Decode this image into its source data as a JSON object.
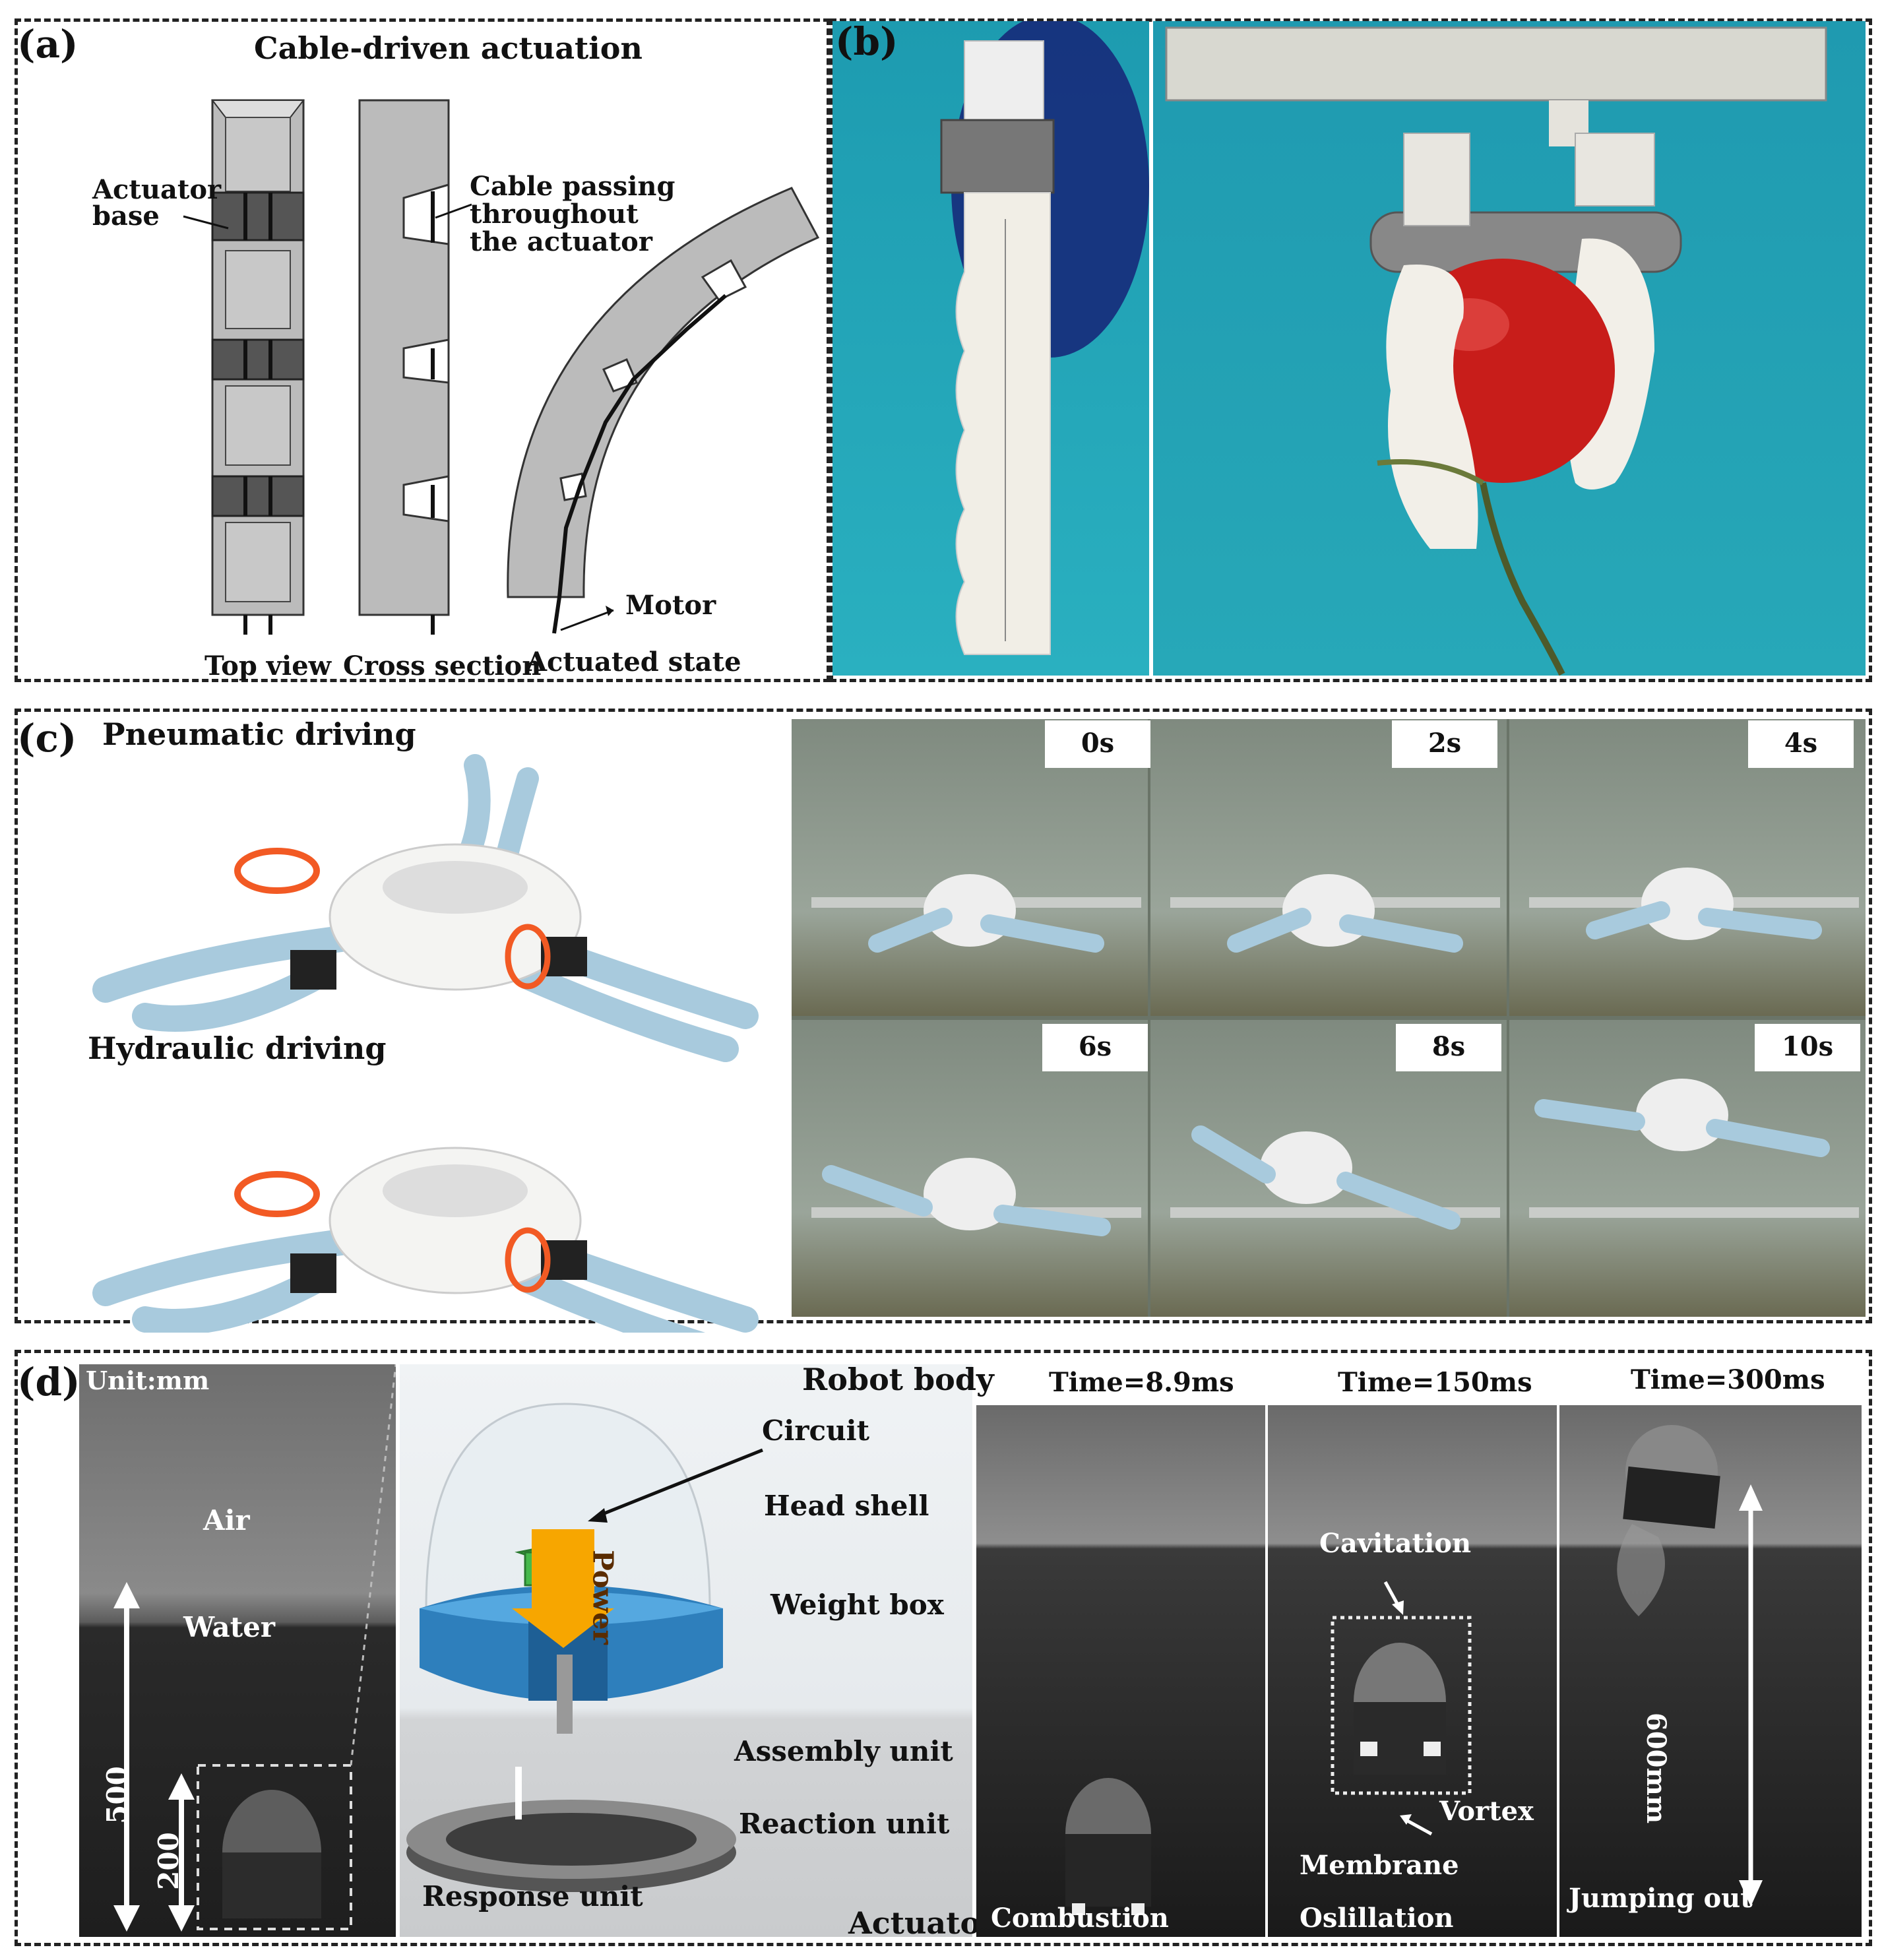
{
  "panel_a": {
    "letter": "(a)",
    "title": "Cable-driven actuation",
    "actuator_base_line1": "Actuator",
    "actuator_base_line2": "base",
    "cable_line1": "Cable passing",
    "cable_line2": "throughout",
    "cable_line3": "the actuator",
    "motor": "Motor",
    "top_view": "Top view",
    "cross_section": "Cross section",
    "actuated_state": "Actuated state"
  },
  "panel_b": {
    "letter": "(b)"
  },
  "panel_c": {
    "letter": "(c)",
    "pneumatic": "Pneumatic driving",
    "hydraulic": "Hydraulic driving",
    "times": [
      "0s",
      "2s",
      "4s",
      "6s",
      "8s",
      "10s"
    ]
  },
  "panel_d": {
    "letter": "(d)",
    "unit": "Unit:mm",
    "air": "Air",
    "water": "Water",
    "dim500": "500",
    "dim200": "200",
    "robot_body": "Robot body",
    "circuit": "Circuit",
    "head_shell": "Head shell",
    "weight_box": "Weight box",
    "power": "Power",
    "assembly_unit": "Assembly unit",
    "reaction_unit": "Reaction unit",
    "response_unit": "Response unit",
    "actuator": "Actuator",
    "time1": "Time=8.9ms",
    "time2": "Time=150ms",
    "time3": "Time=300ms",
    "cavitation": "Cavitation",
    "vortex": "Vortex",
    "membrane": "Membrane",
    "oscillation": "Oslillation",
    "combustion": "Combustion",
    "jumping_out": "Jumping out",
    "dim600": "600mm"
  }
}
